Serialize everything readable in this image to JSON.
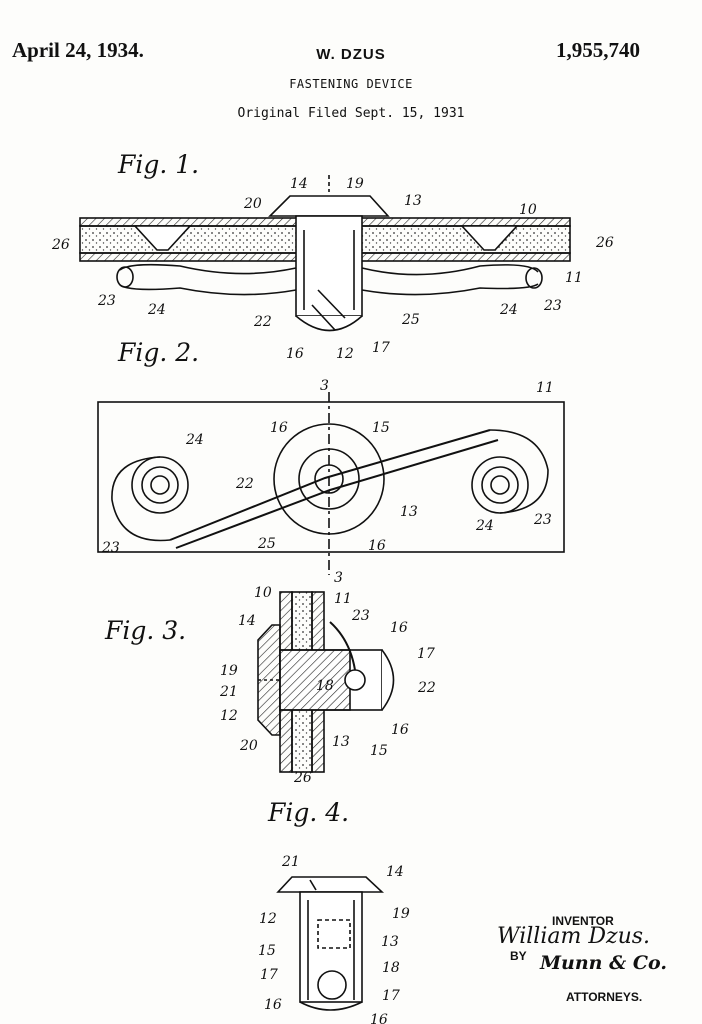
{
  "header": {
    "date": "April 24, 1934.",
    "inventor_short": "W. DZUS",
    "patent_number": "1,955,740",
    "title": "FASTENING DEVICE",
    "filed": "Original Filed Sept. 15, 1931"
  },
  "figures": {
    "fig1": {
      "label": "Fig. 1.",
      "refs": [
        "14",
        "19",
        "20",
        "13",
        "10",
        "26",
        "26",
        "11",
        "23",
        "24",
        "22",
        "16",
        "12",
        "17",
        "25",
        "24",
        "23"
      ]
    },
    "fig2": {
      "label": "Fig. 2.",
      "refs": [
        "3",
        "11",
        "16",
        "15",
        "24",
        "22",
        "13",
        "25",
        "16",
        "23",
        "24",
        "23",
        "3"
      ]
    },
    "fig3": {
      "label": "Fig. 3.",
      "refs": [
        "10",
        "11",
        "14",
        "23",
        "16",
        "17",
        "19",
        "21",
        "18",
        "22",
        "12",
        "16",
        "20",
        "13",
        "15",
        "26"
      ]
    },
    "fig4": {
      "label": "Fig. 4.",
      "refs": [
        "21",
        "14",
        "12",
        "19",
        "15",
        "13",
        "17",
        "18",
        "16",
        "17",
        "16"
      ]
    }
  },
  "signature": {
    "inventor_label": "INVENTOR",
    "inventor_name": "William Dzus.",
    "by_label": "BY",
    "attorney_signature": "Munn & Co.",
    "attorneys_label": "ATTORNEYS."
  }
}
